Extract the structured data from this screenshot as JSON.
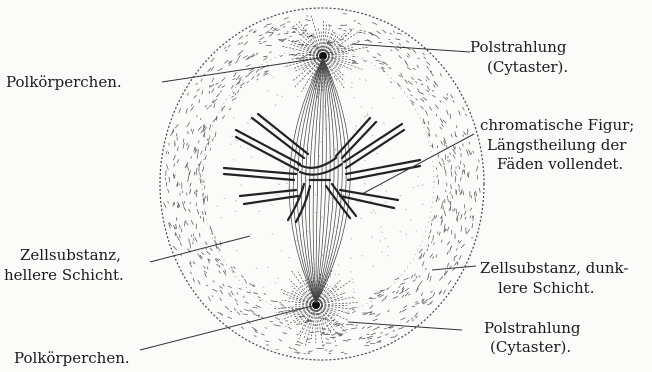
{
  "labels": {
    "polstrahlung_top_1": "Polstrahlung",
    "polstrahlung_top_2": "(Cytaster).",
    "polkoerperchen_top": "Polkörperchen.",
    "chromatische_1": "chromatische Figur;",
    "chromatische_2": "Längstheilung der",
    "chromatische_3": "Fäden vollendet.",
    "zell_hell_1": "Zellsubstanz,",
    "zell_hell_2": "hellere Schicht.",
    "zell_dunk_1": "Zellsubstanz, dunk-",
    "zell_dunk_2": "lere Schicht.",
    "polstrahlung_bot_1": "Polstrahlung",
    "polstrahlung_bot_2": "(Cytaster).",
    "polkoerperchen_bot": "Polkörperchen."
  },
  "colors": {
    "ink": "#1a1a1a",
    "background": "#fbfbf9"
  }
}
